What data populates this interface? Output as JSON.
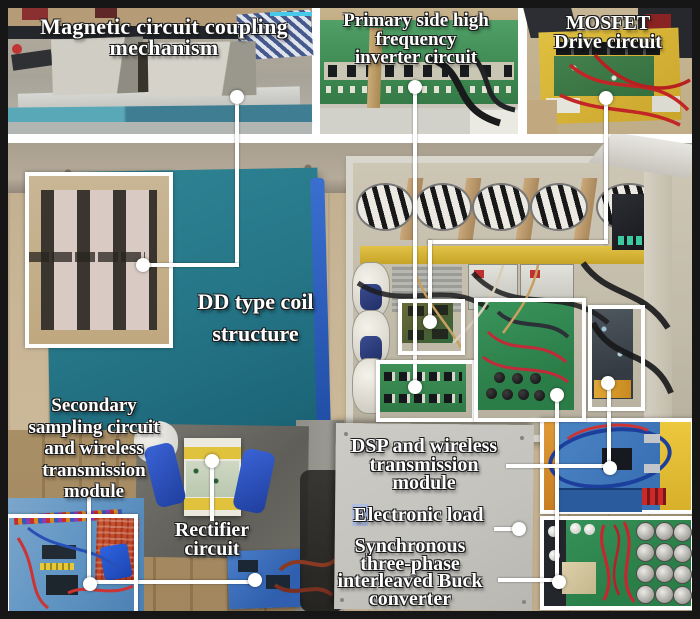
{
  "figure": {
    "title": "Experimental setup photograph with annotated components",
    "type": "annotated-photo-collage"
  },
  "colors": {
    "frame": "#161616",
    "callout": "#ffffff",
    "label_text": "#ffffff",
    "teal_board": "#27798a",
    "pcb_green": "#3d8a52",
    "pcb_blue": "#4c86c6",
    "panel_gray": "#c4c3be",
    "board_yellow": "#d9b93a",
    "wood": "#c8b596",
    "electronic_load_highlight": "#aebde0"
  },
  "labels": {
    "magnetic": {
      "lines": [
        "Magnetic circuit coupling",
        "mechanism"
      ]
    },
    "primary": {
      "lines": [
        "Primary side high",
        "frequency",
        "inverter circuit"
      ]
    },
    "mosfet": {
      "lines": [
        "MOSFET",
        "Drive circuit"
      ]
    },
    "dd_coil": {
      "lines": [
        "DD type coil",
        "structure"
      ]
    },
    "secondary": {
      "lines": [
        "Secondary",
        "sampling circuit",
        "and wireless",
        "transmission",
        "module"
      ]
    },
    "rectifier": {
      "lines": [
        "Rectifier",
        "circuit"
      ]
    },
    "dsp": {
      "lines": [
        "DSP and wireless",
        "transmission",
        "module"
      ]
    },
    "electronic_load": {
      "first_letter": "E",
      "rest": "lectronic load"
    },
    "buck": {
      "lines": [
        "Synchronous",
        "three-phase",
        "interleaved Buck",
        "converter"
      ]
    }
  },
  "scene": {
    "top_photos": [
      "magnetic-coupling-photo",
      "inverter-photo",
      "mosfet-drive-photo"
    ],
    "insets": [
      "dd-coil-inset",
      "secondary-module-inset",
      "dsp-module-inset",
      "buck-converter-inset"
    ],
    "highlight_boxes": [
      "small-pcb-box",
      "long-pcb-box",
      "big-pcb-box",
      "dark-pcb-box",
      "secondary-pcb-box"
    ]
  }
}
